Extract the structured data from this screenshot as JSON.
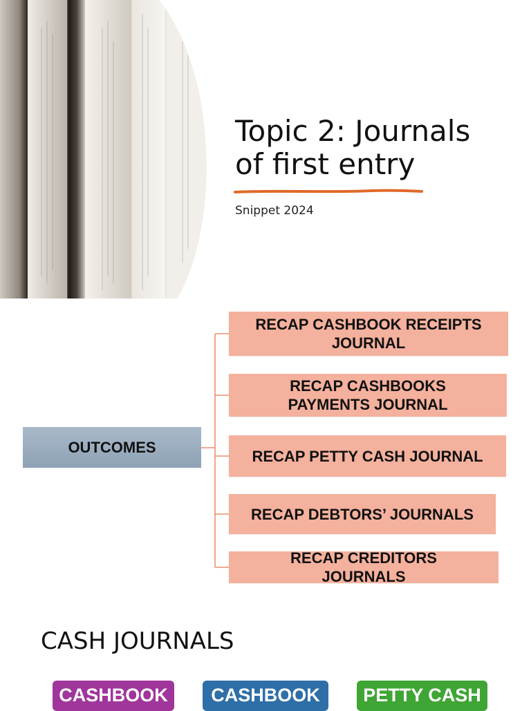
{
  "slide1": {
    "title_line1": "Topic 2: Journals",
    "title_line2": "of first entry",
    "subtitle": "Snippet 2024",
    "accent_color": "#e06a2a"
  },
  "slide2": {
    "root_label": "OUTCOMES",
    "root_color": "#9aacbf",
    "box_color": "#f4b19d",
    "connector_color": "#e8784e",
    "outcomes": [
      {
        "line1": "RECAP CASHBOOK RECEIPTS",
        "line2": "JOURNAL"
      },
      {
        "line1": "RECAP CASHBOOKS",
        "line2": "PAYMENTS JOURNAL"
      },
      {
        "line1": "RECAP PETTY CASH JOURNAL",
        "line2": ""
      },
      {
        "line1": "RECAP DEBTORS’ JOURNALS",
        "line2": ""
      },
      {
        "line1": "RECAP CREDITORS",
        "line2": "JOURNALS"
      }
    ]
  },
  "slide3": {
    "title": "CASH JOURNALS",
    "pills": [
      {
        "label": "CASHBOOK",
        "color": "#a0359c"
      },
      {
        "label": "CASHBOOK",
        "color": "#2e6fa8"
      },
      {
        "label": "PETTY CASH",
        "color": "#3fa535"
      }
    ]
  }
}
